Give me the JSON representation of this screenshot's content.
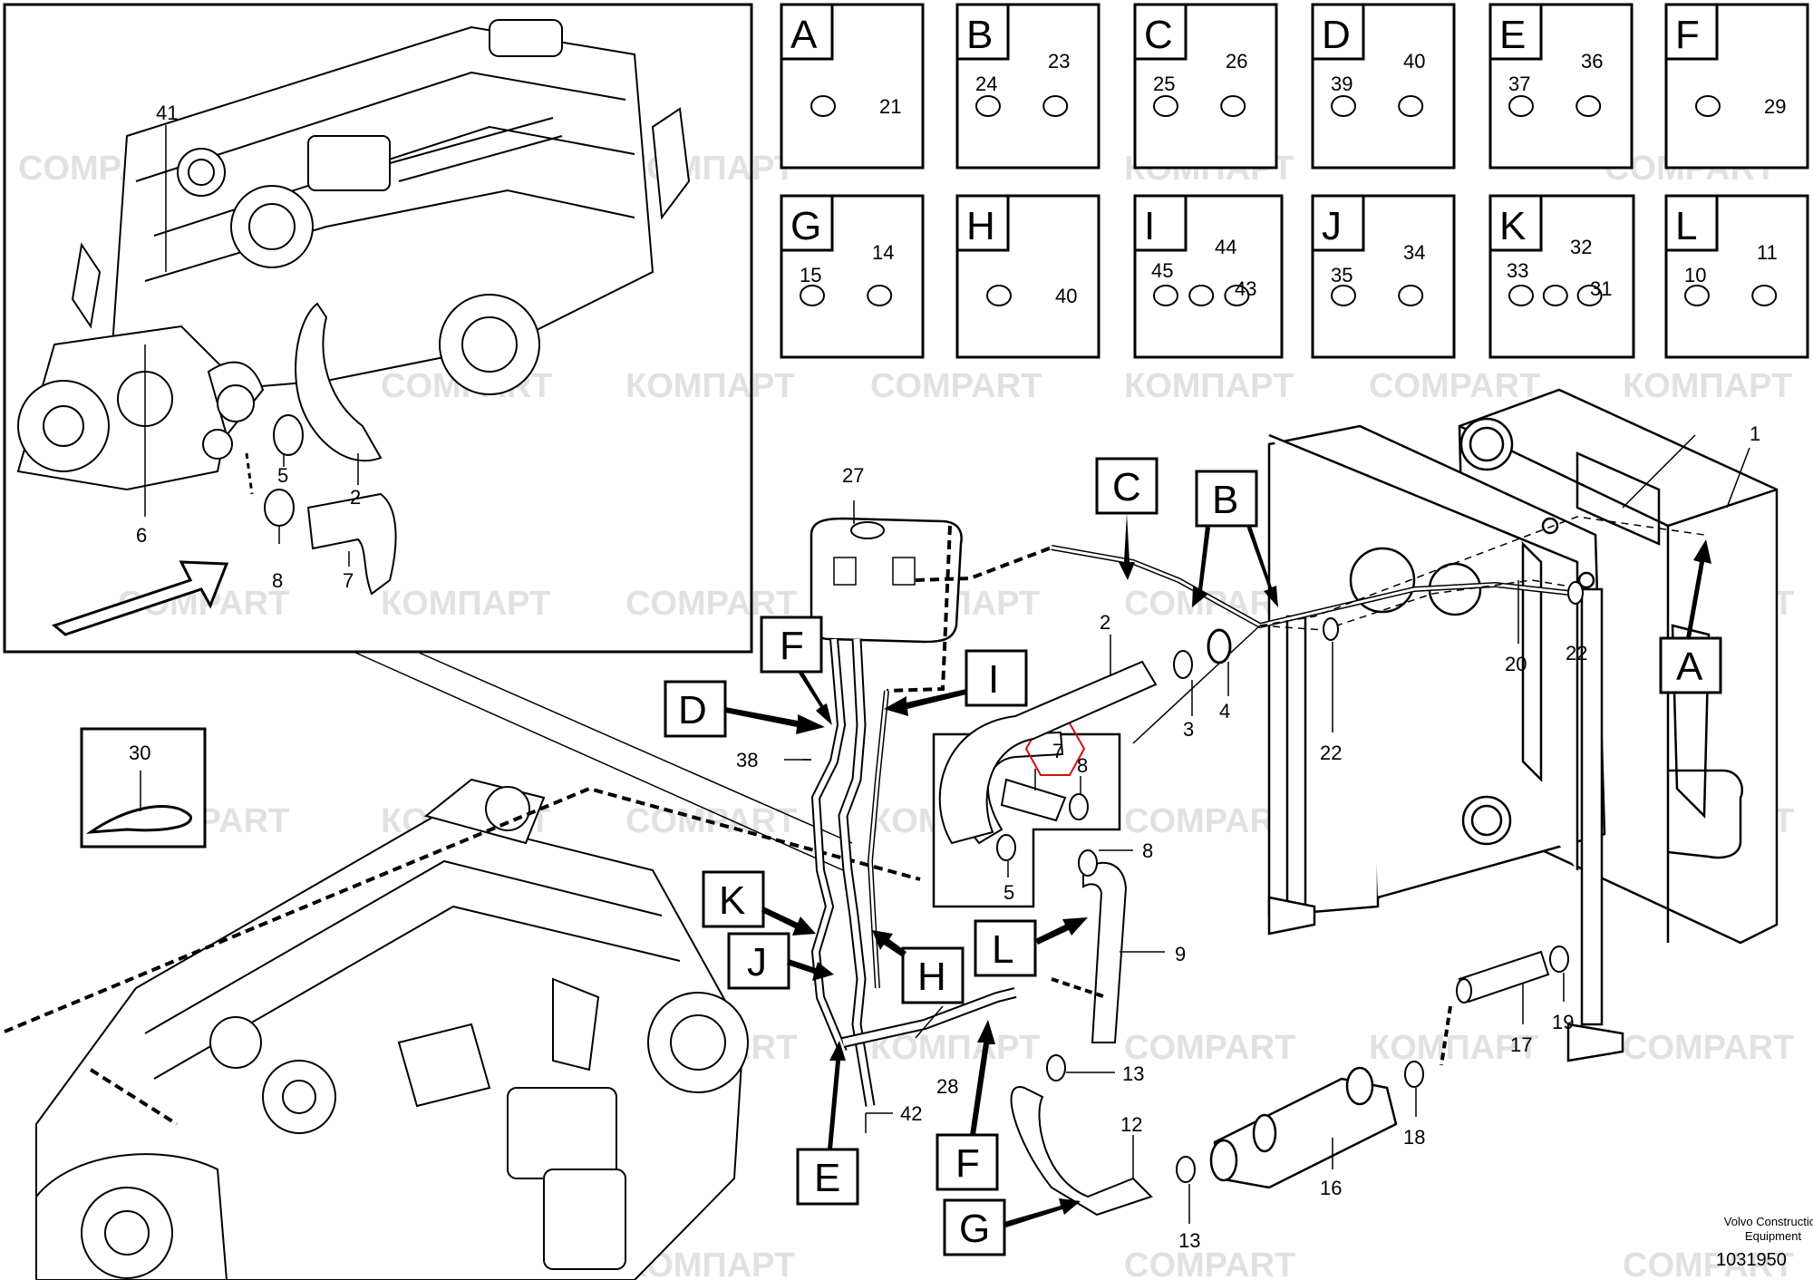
{
  "insets": [
    {
      "letter": "A",
      "parts": [
        "21"
      ]
    },
    {
      "letter": "B",
      "parts": [
        "24",
        "23"
      ]
    },
    {
      "letter": "C",
      "parts": [
        "25",
        "26"
      ]
    },
    {
      "letter": "D",
      "parts": [
        "39",
        "40"
      ]
    },
    {
      "letter": "E",
      "parts": [
        "37",
        "36"
      ]
    },
    {
      "letter": "F",
      "parts": [
        "29"
      ]
    },
    {
      "letter": "G",
      "parts": [
        "15",
        "14"
      ]
    },
    {
      "letter": "H",
      "parts": [
        "40"
      ]
    },
    {
      "letter": "I",
      "parts": [
        "45",
        "44",
        "43"
      ]
    },
    {
      "letter": "J",
      "parts": [
        "35",
        "34"
      ]
    },
    {
      "letter": "K",
      "parts": [
        "33",
        "32",
        "31"
      ]
    },
    {
      "letter": "L",
      "parts": [
        "10",
        "11"
      ]
    }
  ],
  "engine_detail": {
    "callouts": [
      "41",
      "6",
      "5",
      "2",
      "8",
      "7"
    ]
  },
  "tie_wrap": {
    "part": "30"
  },
  "main_callouts": [
    "27",
    "38",
    "2",
    "3",
    "4",
    "1",
    "20",
    "22",
    "22",
    "7",
    "8",
    "5",
    "8",
    "9",
    "28",
    "42",
    "13",
    "12",
    "13",
    "16",
    "17",
    "19",
    "18"
  ],
  "ref_letters": [
    "C",
    "B",
    "A",
    "F",
    "D",
    "I",
    "K",
    "J",
    "H",
    "L",
    "E",
    "F",
    "G"
  ],
  "watermark": {
    "latin": "COMPART",
    "cyrillic": "КОМПАРТ"
  },
  "footer": {
    "line1": "Volvo Construction",
    "line2": "Equipment",
    "number": "1031950"
  }
}
